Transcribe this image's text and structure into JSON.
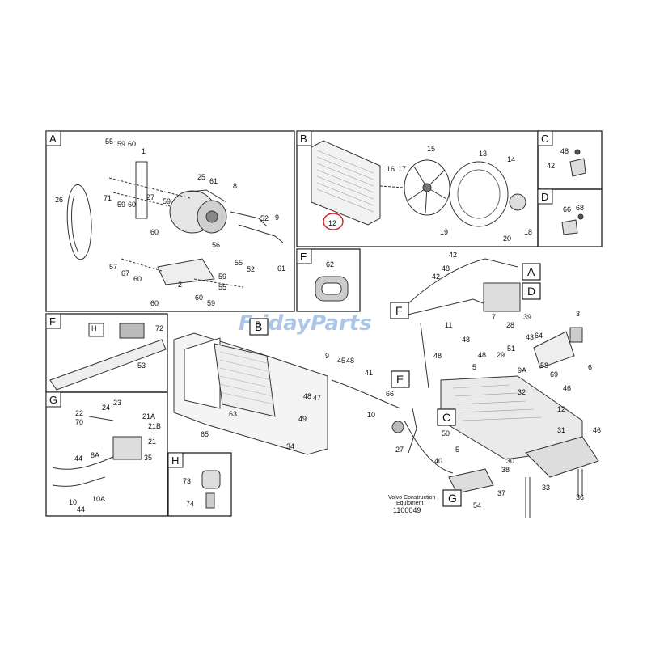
{
  "panels": [
    {
      "letter": "A"
    },
    {
      "letter": "B"
    },
    {
      "letter": "C"
    },
    {
      "letter": "D"
    },
    {
      "letter": "E"
    },
    {
      "letter": "F"
    },
    {
      "letter": "G"
    },
    {
      "letter": "H"
    }
  ],
  "callouts": [
    "A",
    "D",
    "B",
    "F",
    "E",
    "C",
    "G"
  ],
  "watermark": {
    "text": "FridayParts"
  },
  "credit": {
    "line1": "Volvo Construction",
    "line2": "Equipment"
  },
  "doc_number": "1100049",
  "part_labels": {
    "A": [
      "55",
      "59",
      "60",
      "1",
      "25",
      "61",
      "8",
      "26",
      "71",
      "59",
      "60",
      "27",
      "59",
      "52",
      "9",
      "60",
      "56",
      "57",
      "67",
      "60",
      "2",
      "60",
      "59",
      "55",
      "52",
      "61",
      "60",
      "59",
      "55"
    ],
    "B": [
      "15",
      "13",
      "14",
      "16",
      "17",
      "18",
      "19",
      "20",
      "12"
    ],
    "C": [
      "48",
      "42"
    ],
    "D": [
      "66",
      "68"
    ],
    "E": [
      "62"
    ],
    "F": [
      "H",
      "72",
      "53"
    ],
    "G": [
      "22",
      "24",
      "23",
      "70",
      "21A",
      "21B",
      "21",
      "8A",
      "35",
      "44",
      "10",
      "44",
      "10A"
    ],
    "H": [
      "73",
      "74"
    ],
    "main": [
      "42",
      "48",
      "42",
      "3",
      "39",
      "11",
      "48",
      "28",
      "48",
      "7",
      "58",
      "6",
      "64",
      "51",
      "43",
      "48",
      "29",
      "5",
      "69",
      "9A",
      "9",
      "45",
      "48",
      "41",
      "46",
      "32",
      "66",
      "48",
      "47",
      "63",
      "12",
      "10",
      "49",
      "50",
      "31",
      "46",
      "65",
      "34",
      "27",
      "40",
      "5",
      "38",
      "30",
      "33",
      "37",
      "36",
      "54",
      "B"
    ]
  }
}
